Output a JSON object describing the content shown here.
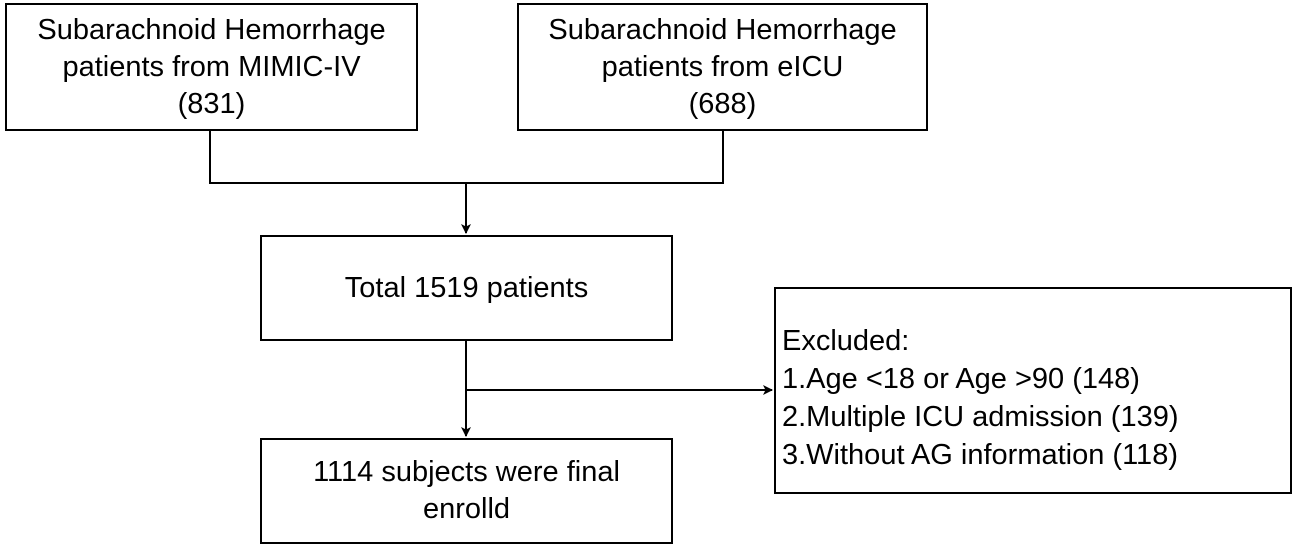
{
  "boxes": {
    "mimic": {
      "lines": [
        "Subarachnoid Hemorrhage",
        "patients from MIMIC-IV",
        "(831)"
      ]
    },
    "eicu": {
      "lines": [
        "Subarachnoid Hemorrhage",
        "patients from eICU",
        "(688)"
      ]
    },
    "total": {
      "lines": [
        "Total 1519 patients"
      ]
    },
    "excluded": {
      "lines": [
        "Excluded:",
        "1.Age <18 or Age >90 (148)",
        "2.Multiple ICU admission (139)",
        "3.Without AG information (118)"
      ]
    },
    "final": {
      "lines": [
        "1114 subjects were final",
        "enrolld"
      ]
    }
  },
  "colors": {
    "stroke": "#000000",
    "background": "#ffffff"
  }
}
